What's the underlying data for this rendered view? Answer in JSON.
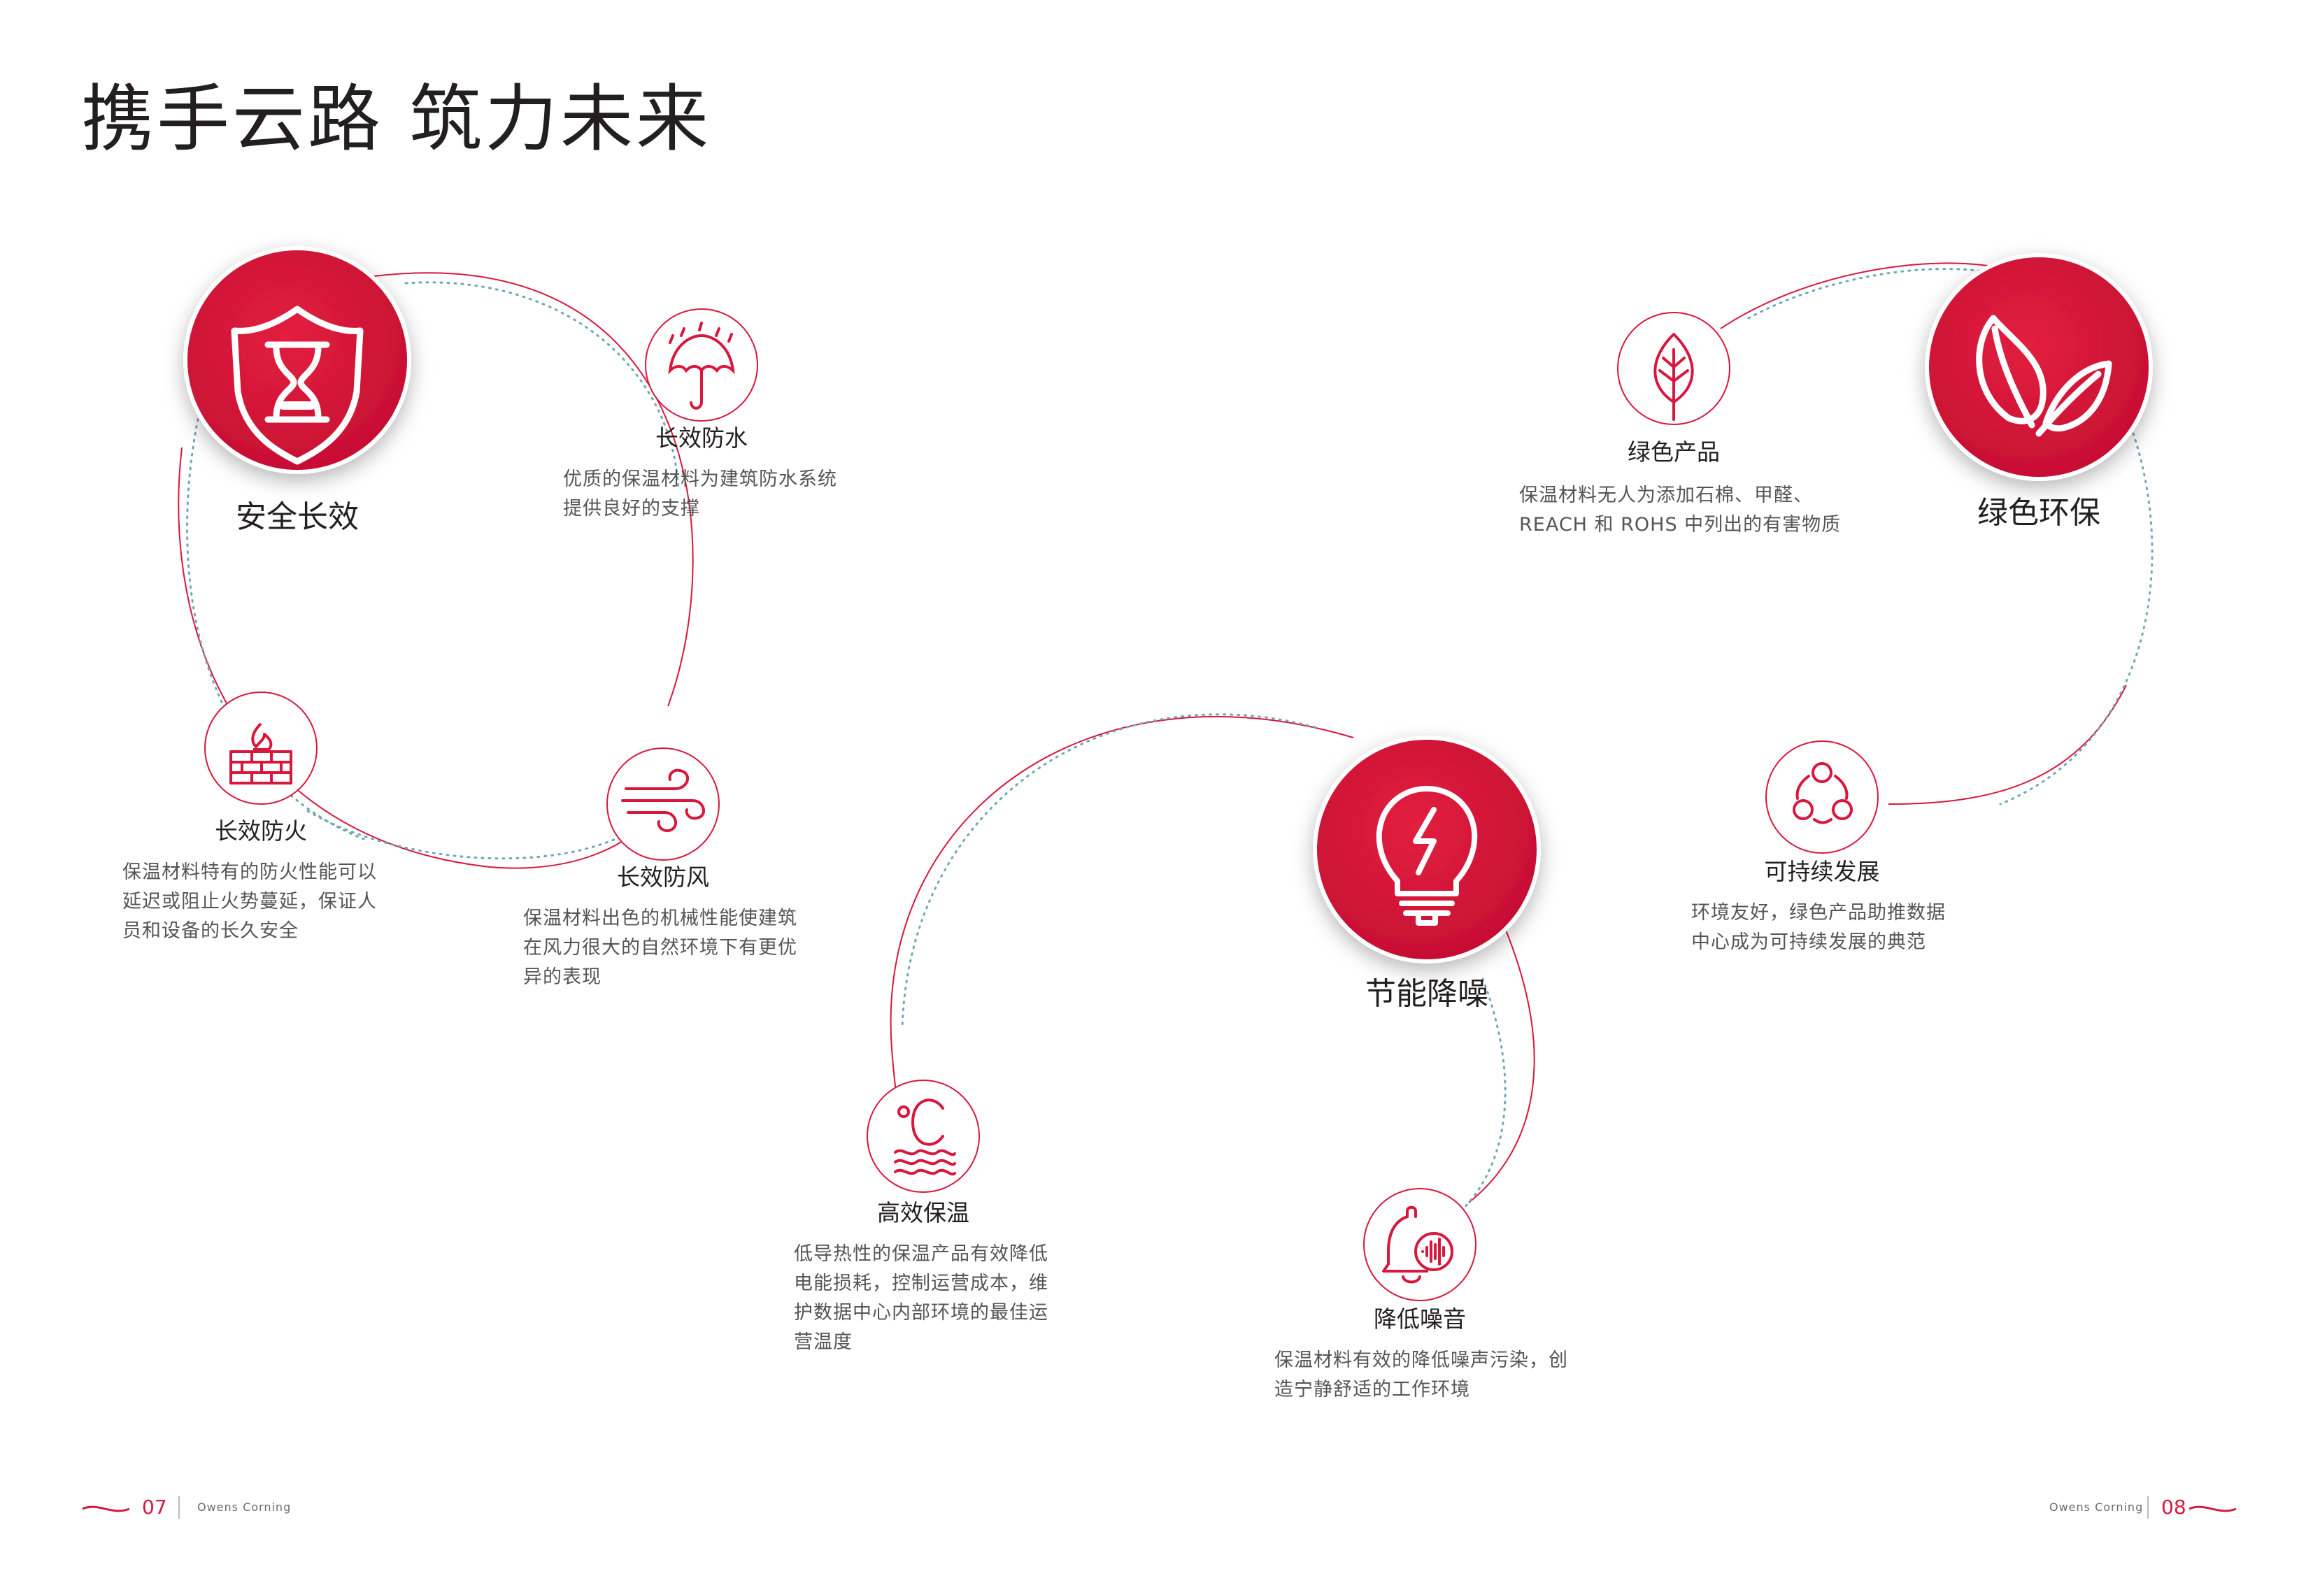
{
  "page": {
    "title": "携手云路 筑力未来"
  },
  "colors": {
    "brand_red": "#d8173d",
    "text_dark": "#231f20",
    "text_body": "#555555",
    "dotted_teal": "#6fa8b3"
  },
  "themes": [
    {
      "label": "安全长效",
      "icon": "shield-hourglass-icon"
    },
    {
      "label": "节能降噪",
      "icon": "lightbulb-bolt-icon"
    },
    {
      "label": "绿色环保",
      "icon": "leaves-icon"
    }
  ],
  "features": [
    {
      "label": "长效防水",
      "icon": "umbrella-rain-icon",
      "desc": [
        "优质的保温材料为建筑防水系统",
        "提供良好的支撑"
      ]
    },
    {
      "label": "长效防火",
      "icon": "fire-brick-wall-icon",
      "desc": [
        "保温材料特有的防火性能可以",
        "延迟或阻止火势蔓延，保证人",
        "员和设备的长久安全"
      ]
    },
    {
      "label": "长效防风",
      "icon": "wind-icon",
      "desc": [
        "保温材料出色的机械性能使建筑",
        "在风力很大的自然环境下有更优",
        "异的表现"
      ]
    },
    {
      "label": "高效保温",
      "icon": "thermometer-celsius-icon",
      "desc": [
        "低导热性的保温产品有效降低",
        "电能损耗，控制运营成本，维",
        "护数据中心内部环境的最佳运",
        "营温度"
      ]
    },
    {
      "label": "降低噪音",
      "icon": "bell-soundwave-icon",
      "desc": [
        "保温材料有效的降低噪声污染，创",
        "造宁静舒适的工作环境"
      ]
    },
    {
      "label": "绿色产品",
      "icon": "leaf-icon",
      "desc": [
        "保温材料无人为添加石棉、甲醛、",
        "REACH 和 ROHS 中列出的有害物质"
      ]
    },
    {
      "label": "可持续发展",
      "icon": "recycle-cycle-icon",
      "desc": [
        "环境友好，绿色产品助推数据",
        "中心成为可持续发展的典范"
      ]
    }
  ],
  "footer": {
    "left_page": "07",
    "right_page": "08",
    "brand": "Owens Corning"
  }
}
